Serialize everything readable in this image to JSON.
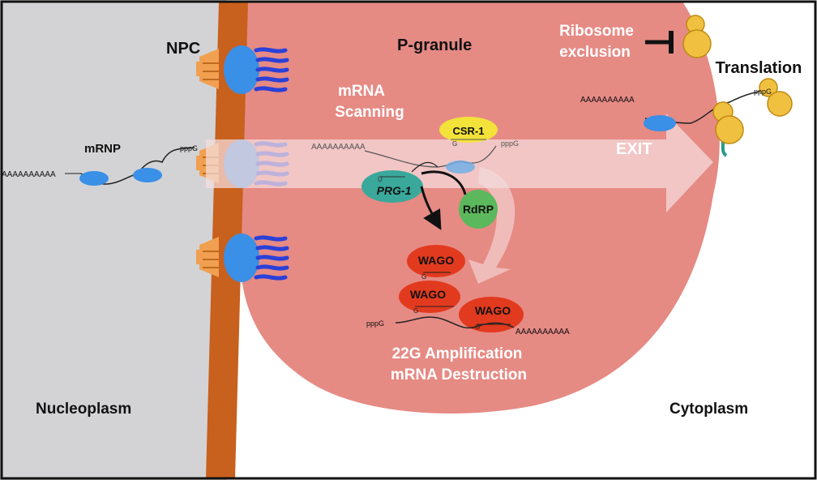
{
  "regions": {
    "nucleoplasm": "Nucleoplasm",
    "cytoplasm": "Cytoplasm",
    "p_granule": "P-granule"
  },
  "labels": {
    "npc": "NPC",
    "mrnp": "mRNP",
    "mrna_scanning_1": "mRNA",
    "mrna_scanning_2": "Scanning",
    "ribosome_exclusion_1": "Ribosome",
    "ribosome_exclusion_2": "exclusion",
    "translation": "Translation",
    "exit": "EXIT",
    "amplification_1": "22G Amplification",
    "amplification_2": "mRNA Destruction"
  },
  "proteins": {
    "csr1": "CSR-1",
    "prg1": "PRG-1",
    "rdrp": "RdRP",
    "wago_1": "WAGO",
    "wago_2": "WAGO",
    "wago_3": "WAGO"
  },
  "rna_text": {
    "poly_a": "AAAAAAAAAA",
    "cap": "pppG",
    "guide_g": "G",
    "guide_u": "U"
  },
  "colors": {
    "nucleoplasm": "#d3d3d5",
    "nuclear_envelope": "#c8601e",
    "p_granule": "#e68a84",
    "npc_basket": "#f0a050",
    "npc_pore": "#3a8fe6",
    "npc_filaments": "#2a40d8",
    "csr1": "#f2e23a",
    "prg1": "#3aa89a",
    "rdrp": "#5cb85c",
    "wago": "#e23a1e",
    "ribosome": "#f0c040",
    "exit_arrow": "#f5dede"
  }
}
